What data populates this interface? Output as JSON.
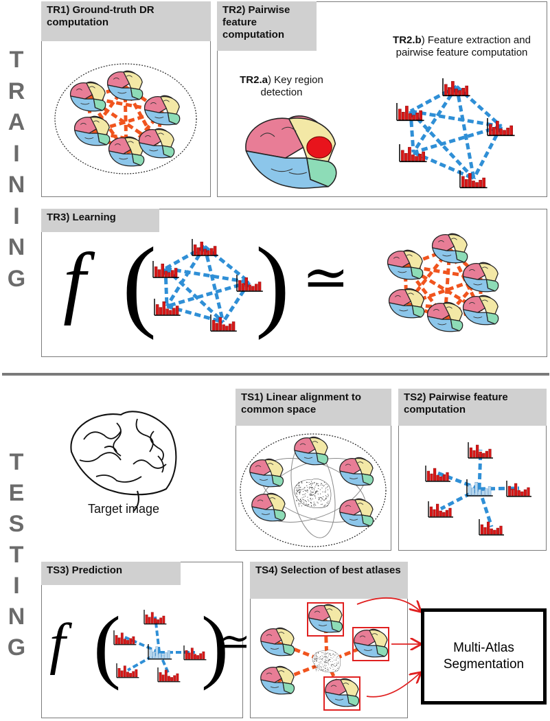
{
  "training": {
    "side_label": [
      "T",
      "R",
      "A",
      "I",
      "N",
      "I",
      "N",
      "G"
    ],
    "tr1": {
      "title": "TR1) Ground-truth DR computation"
    },
    "tr2": {
      "title": "TR2) Pairwise feature computation",
      "a_bold": "TR2.a",
      "a_rest": ") Key region detection",
      "b_bold": "TR2.b",
      "b_rest": ") Feature extraction and pairwise feature computation"
    },
    "tr3": {
      "title": "TR3) Learning",
      "function_symbol": "f",
      "approx_symbol": "≃"
    }
  },
  "testing": {
    "side_label": [
      "T",
      "E",
      "S",
      "T",
      "I",
      "N",
      "G"
    ],
    "target_caption": "Target image",
    "ts1": {
      "title": "TS1) Linear alignment to common space"
    },
    "ts2": {
      "title": "TS2) Pairwise feature computation"
    },
    "ts3": {
      "title": "TS3) Prediction",
      "function_symbol": "f",
      "approx_symbol": "≃"
    },
    "ts4": {
      "title": "TS4) Selection of best atlases"
    },
    "output": {
      "label": "Multi-Atlas Segmentation"
    }
  },
  "colors": {
    "panel_border": "#7a7a7a",
    "title_bg": "#d0d0d0",
    "side_letters": "#6b6b6b",
    "orange_edges": "#f0541e",
    "blue_edges": "#2f8fd6",
    "histogram_bars": "#d81818",
    "target_histogram": "#b9d8ee",
    "selection_boxes": "#e02020",
    "brain_frontal": "#e87d96",
    "brain_parietal": "#f3e8a6",
    "brain_temporal": "#8cc6ea",
    "brain_occipital": "#8ddcb7",
    "key_region": "#e8141c"
  },
  "icons": [
    "brain-atlas-icon",
    "histogram-icon",
    "brain-outline-icon",
    "noise-brain-icon",
    "selection-box-icon",
    "arrow-icon"
  ]
}
